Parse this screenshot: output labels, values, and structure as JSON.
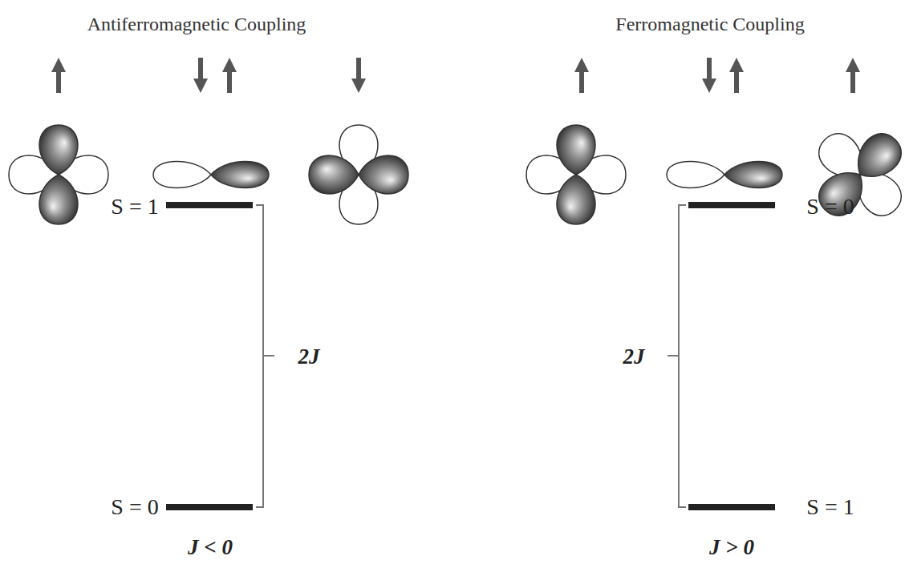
{
  "diagram": {
    "labels": [
      "Antiferromagnetic Coupling",
      "Ferromagnetic Coupling",
      "S = 1",
      "S = 0",
      "2J",
      "J < 0",
      "S = 0",
      "S = 1",
      "2J",
      "J > 0"
    ]
  }
}
